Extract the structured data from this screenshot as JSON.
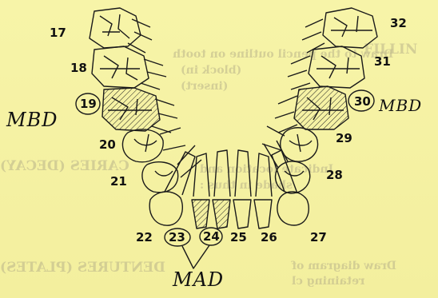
{
  "background_text": {
    "fillings": "FILLIN",
    "fillings_note_1": "Draw to the pencil outline on tooth",
    "fillings_note_2": "(block in)",
    "fillings_note_3": "(insert)",
    "caries": "CARIES (DECAY)",
    "caries_note_1": "Indicate location and",
    "caries_note_2": "shade in thus :",
    "dentures": "DENTURES (PLATES)",
    "dentures_note_1": "Draw diagram of",
    "dentures_note_2": "retaining cl"
  },
  "tooth_numbers": {
    "t17": "17",
    "t18": "18",
    "t19": "19",
    "t20": "20",
    "t21": "21",
    "t22": "22",
    "t23": "23",
    "t24": "24",
    "t25": "25",
    "t26": "26",
    "t27": "27",
    "t28": "28",
    "t29": "29",
    "t30": "30",
    "t31": "31",
    "t32": "32"
  },
  "annotations": {
    "left_surface": "MBD",
    "right_surface": "MBD",
    "bottom_surface": "MAD"
  },
  "colors": {
    "paper": "#f6f3a6",
    "ink": "#111111",
    "faded_print": "#b9b38a"
  }
}
